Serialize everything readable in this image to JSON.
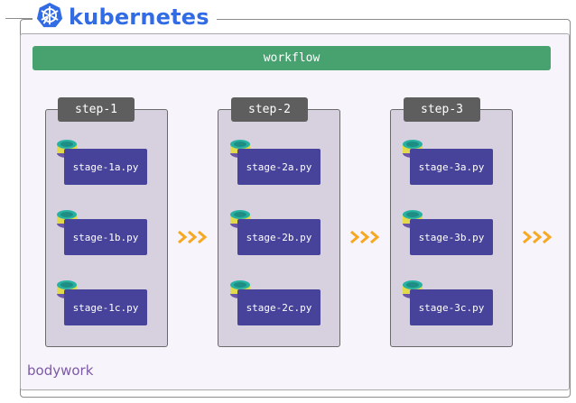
{
  "header": {
    "brand": "kubernetes",
    "brand_color": "#326ce5",
    "logo_icon": "kubernetes-helm-icon"
  },
  "workflow": {
    "label": "workflow",
    "color": "#48a270"
  },
  "steps": [
    {
      "label": "step-1",
      "stages": [
        "stage-1a.py",
        "stage-1b.py",
        "stage-1c.py"
      ]
    },
    {
      "label": "step-2",
      "stages": [
        "stage-2a.py",
        "stage-2b.py",
        "stage-2c.py"
      ]
    },
    {
      "label": "step-3",
      "stages": [
        "stage-3a.py",
        "stage-3b.py",
        "stage-3c.py"
      ]
    }
  ],
  "footer": {
    "brand": "bodywork",
    "color": "#7b5aa6"
  },
  "colors": {
    "stage": "#47439a",
    "step_label": "#5e5e5e",
    "step_box": "#d6d0df",
    "arrow": "#f7a823"
  }
}
